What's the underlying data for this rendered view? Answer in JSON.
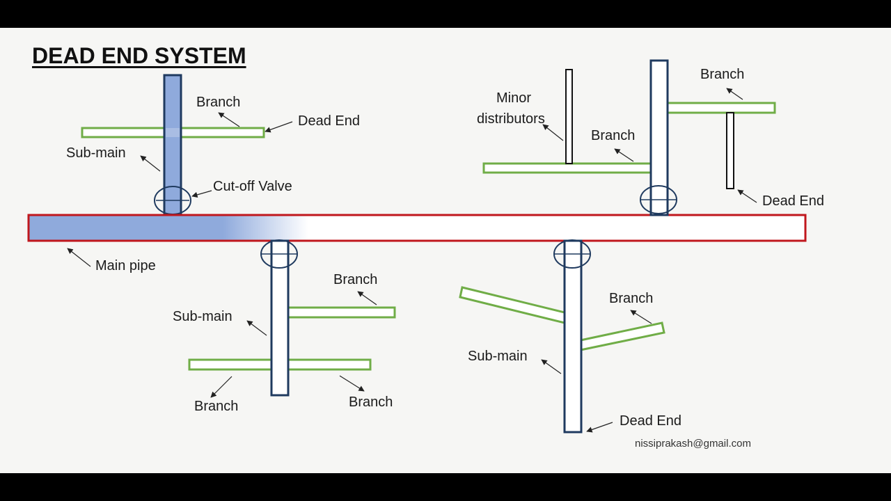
{
  "title": "DEAD END SYSTEM",
  "colors": {
    "main_pipe_outline": "#c0171d",
    "main_pipe_fill": "#8faadc",
    "sub_main_outline": "#1f3a5f",
    "branch_outline": "#70ad47",
    "background": "#f6f6f4"
  },
  "labels": {
    "branch": "Branch",
    "dead_end": "Dead End",
    "sub_main": "Sub-main",
    "cut_off_valve": "Cut-off Valve",
    "main_pipe": "Main pipe",
    "minor_distributors_line1": "Minor",
    "minor_distributors_line2": "distributors"
  },
  "credit": "nissiprakash@gmail.com"
}
